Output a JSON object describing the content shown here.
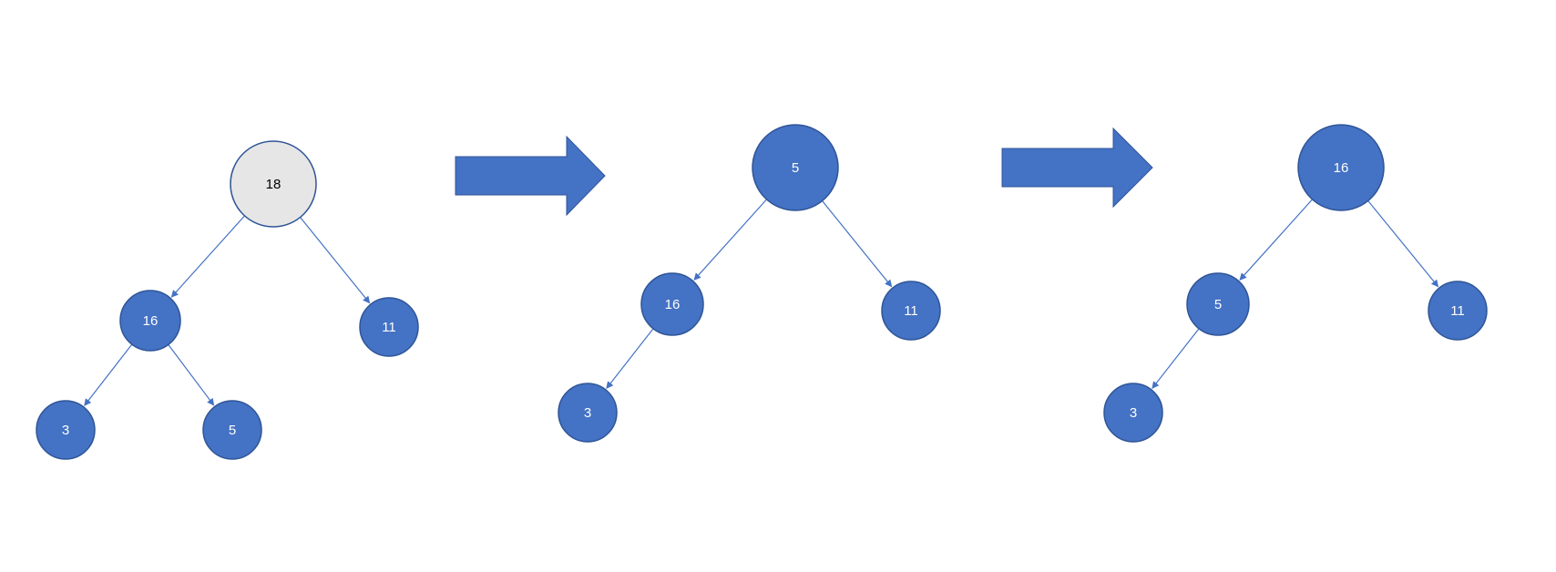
{
  "colors": {
    "node_fill": "#4472C4",
    "node_stroke": "#2F5597",
    "highlight_fill": "#E7E6E6",
    "highlight_stroke": "#2F5597",
    "edge": "#4472C4",
    "arrow_fill": "#4472C4",
    "node_text": "#FFFFFF",
    "highlight_text": "#000000"
  },
  "trees": [
    {
      "nodes": [
        {
          "id": "a",
          "label": "18",
          "highlight": true
        },
        {
          "id": "b",
          "label": "16"
        },
        {
          "id": "c",
          "label": "11"
        },
        {
          "id": "d",
          "label": "3"
        },
        {
          "id": "e",
          "label": "5"
        }
      ],
      "edges": [
        [
          "a",
          "b"
        ],
        [
          "a",
          "c"
        ],
        [
          "b",
          "d"
        ],
        [
          "b",
          "e"
        ]
      ]
    },
    {
      "nodes": [
        {
          "id": "a",
          "label": "5"
        },
        {
          "id": "b",
          "label": "16"
        },
        {
          "id": "c",
          "label": "11"
        },
        {
          "id": "d",
          "label": "3"
        }
      ],
      "edges": [
        [
          "a",
          "b"
        ],
        [
          "a",
          "c"
        ],
        [
          "b",
          "d"
        ]
      ]
    },
    {
      "nodes": [
        {
          "id": "a",
          "label": "16"
        },
        {
          "id": "b",
          "label": "5"
        },
        {
          "id": "c",
          "label": "11"
        },
        {
          "id": "d",
          "label": "3"
        }
      ],
      "edges": [
        [
          "a",
          "b"
        ],
        [
          "a",
          "c"
        ],
        [
          "b",
          "d"
        ]
      ]
    }
  ],
  "transitions": 2
}
